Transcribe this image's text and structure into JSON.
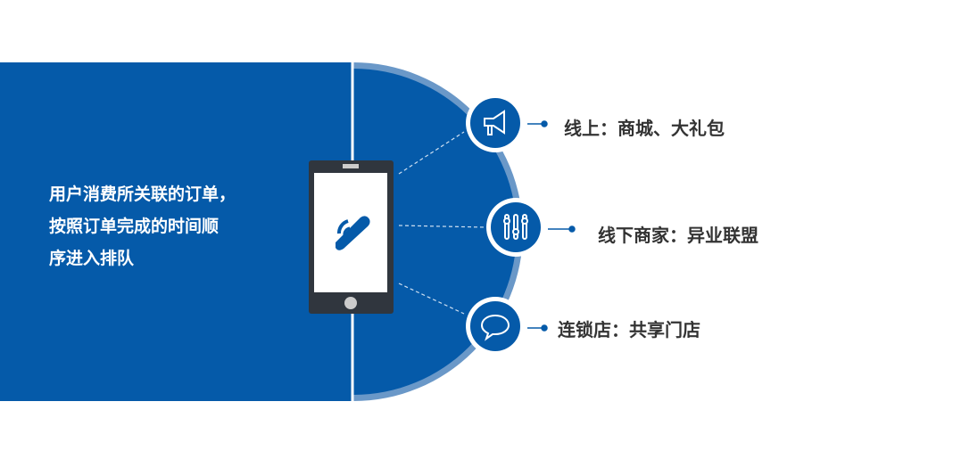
{
  "description": [
    "用户消费所关联的订单，",
    "按照订单完成的时间顺",
    "序进入排队"
  ],
  "channels": [
    {
      "label": "线上：商城、大礼包",
      "icon": "megaphone-icon"
    },
    {
      "label": "线下商家：异业联盟",
      "icon": "sliders-icon"
    },
    {
      "label": "连锁店：共享门店",
      "icon": "speech-bubble-icon"
    }
  ],
  "colors": {
    "primary": "#055aa9",
    "phone": "#30363e",
    "ring": "#6a98c8"
  }
}
